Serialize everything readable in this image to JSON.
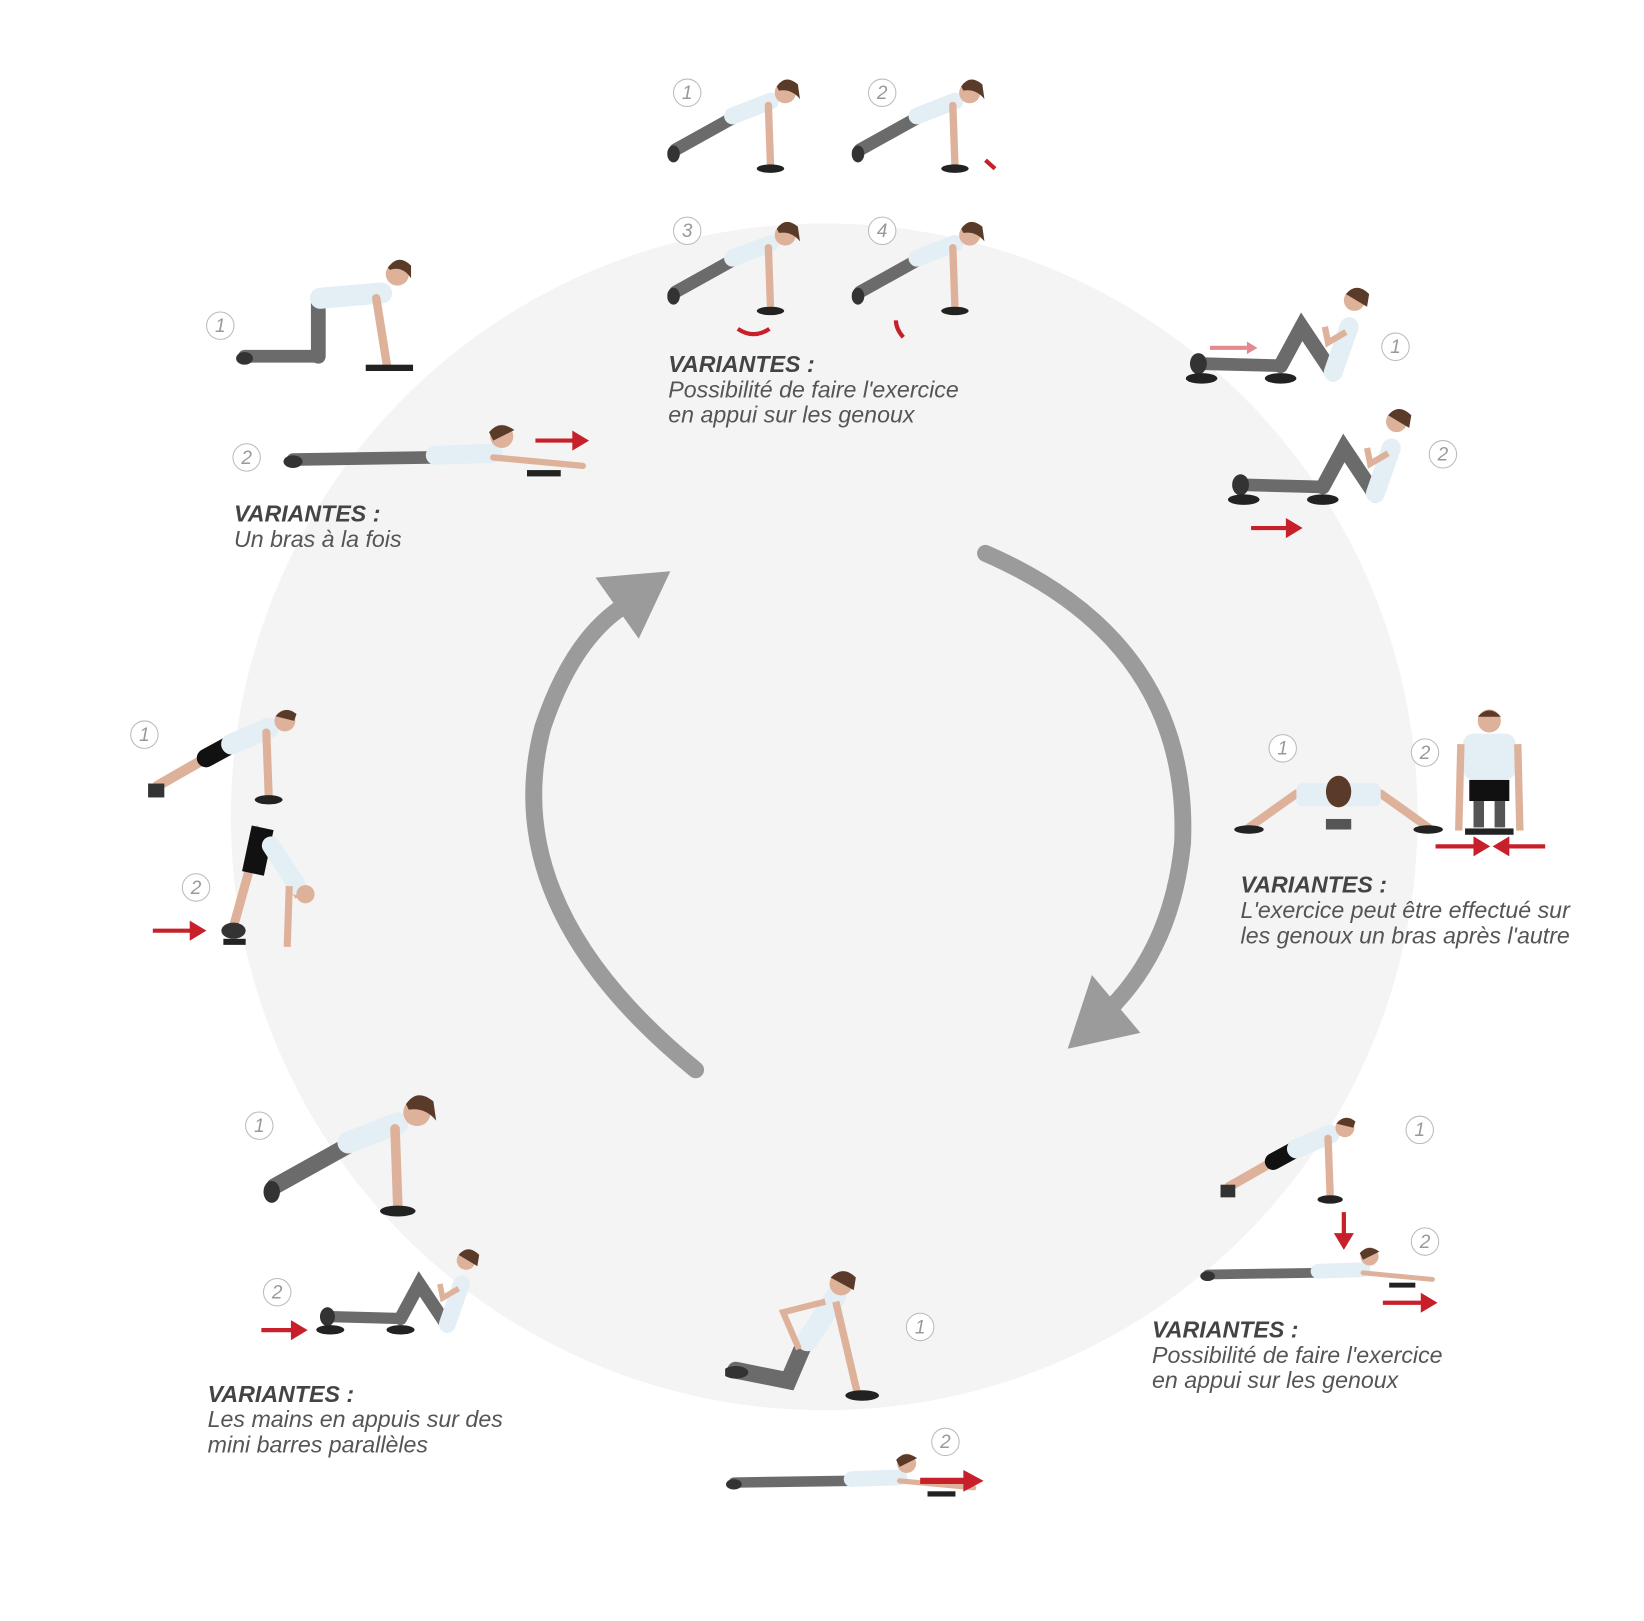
{
  "colors": {
    "background_circle": "#f4f4f4",
    "cycle_arrows": "#9b9b9b",
    "direction_arrows": "#c8202a",
    "text": "#555555"
  },
  "step_numbers": [
    "1",
    "2",
    "3",
    "4"
  ],
  "variants": {
    "top": {
      "heading": "VARIANTES :",
      "line1": "Possibilité de faire l'exercice",
      "line2": "en appui sur les genoux"
    },
    "top_left": {
      "heading": "VARIANTES :",
      "line1": "Un bras à la fois"
    },
    "right": {
      "heading": "VARIANTES :",
      "line1": "L'exercice peut être effectué sur",
      "line2": "les genoux un bras après l'autre"
    },
    "bottom_right": {
      "heading": "VARIANTES :",
      "line1": "Possibilité de faire l'exercice",
      "line2": "en appui sur les genoux"
    },
    "bottom_left": {
      "heading": "VARIANTES :",
      "line1": "Les mains en appuis sur des",
      "line2": "mini barres parallèles"
    }
  }
}
